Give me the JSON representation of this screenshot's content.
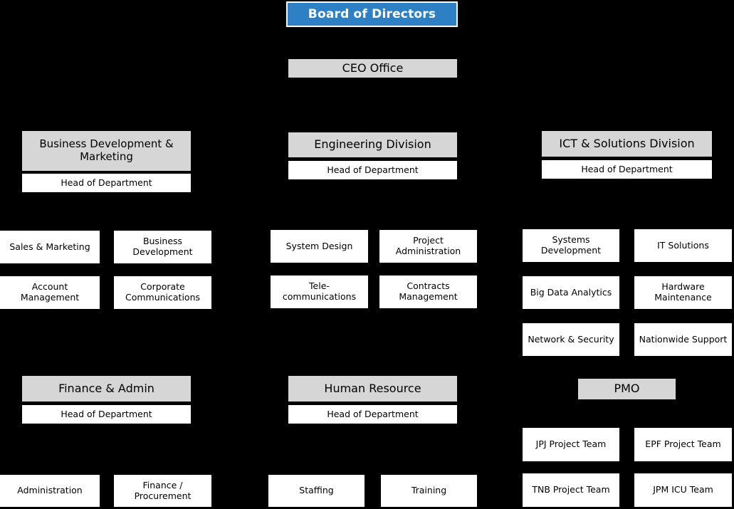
{
  "chart": {
    "type": "org-chart",
    "title": "Board of Directors",
    "background_color": "#000000",
    "accent_color": "#2e80c4",
    "division_header_color": "#d6d6d6",
    "node_color": "#ffffff"
  },
  "root": {
    "label": "Board of Directors"
  },
  "ceo": {
    "label": "CEO Office"
  },
  "divisions": [
    {
      "name": "Business Development & Marketing",
      "head": "Head of Department",
      "units": [
        "Sales & Marketing",
        "Business Development",
        "Account Management",
        "Corporate Communications"
      ]
    },
    {
      "name": "Engineering Division",
      "head": "Head of Department",
      "units": [
        "System Design",
        "Project Administration",
        "Tele-communications",
        "Contracts Management"
      ]
    },
    {
      "name": "ICT & Solutions Division",
      "head": "Head of Department",
      "units": [
        "Systems Development",
        "IT Solutions",
        "Big Data Analytics",
        "Hardware Maintenance",
        "Network & Security",
        "Nationwide Support"
      ]
    },
    {
      "name": "Finance & Admin",
      "head": "Head of Department",
      "units": [
        "Administration",
        "Finance / Procurement"
      ]
    },
    {
      "name": "Human Resource",
      "head": "Head of Department",
      "units": [
        "Staffing",
        "Training"
      ]
    },
    {
      "name": "PMO",
      "head": "",
      "units": [
        "JPJ Project Team",
        "EPF Project Team",
        "TNB Project Team",
        "JPM ICU Team"
      ]
    }
  ]
}
